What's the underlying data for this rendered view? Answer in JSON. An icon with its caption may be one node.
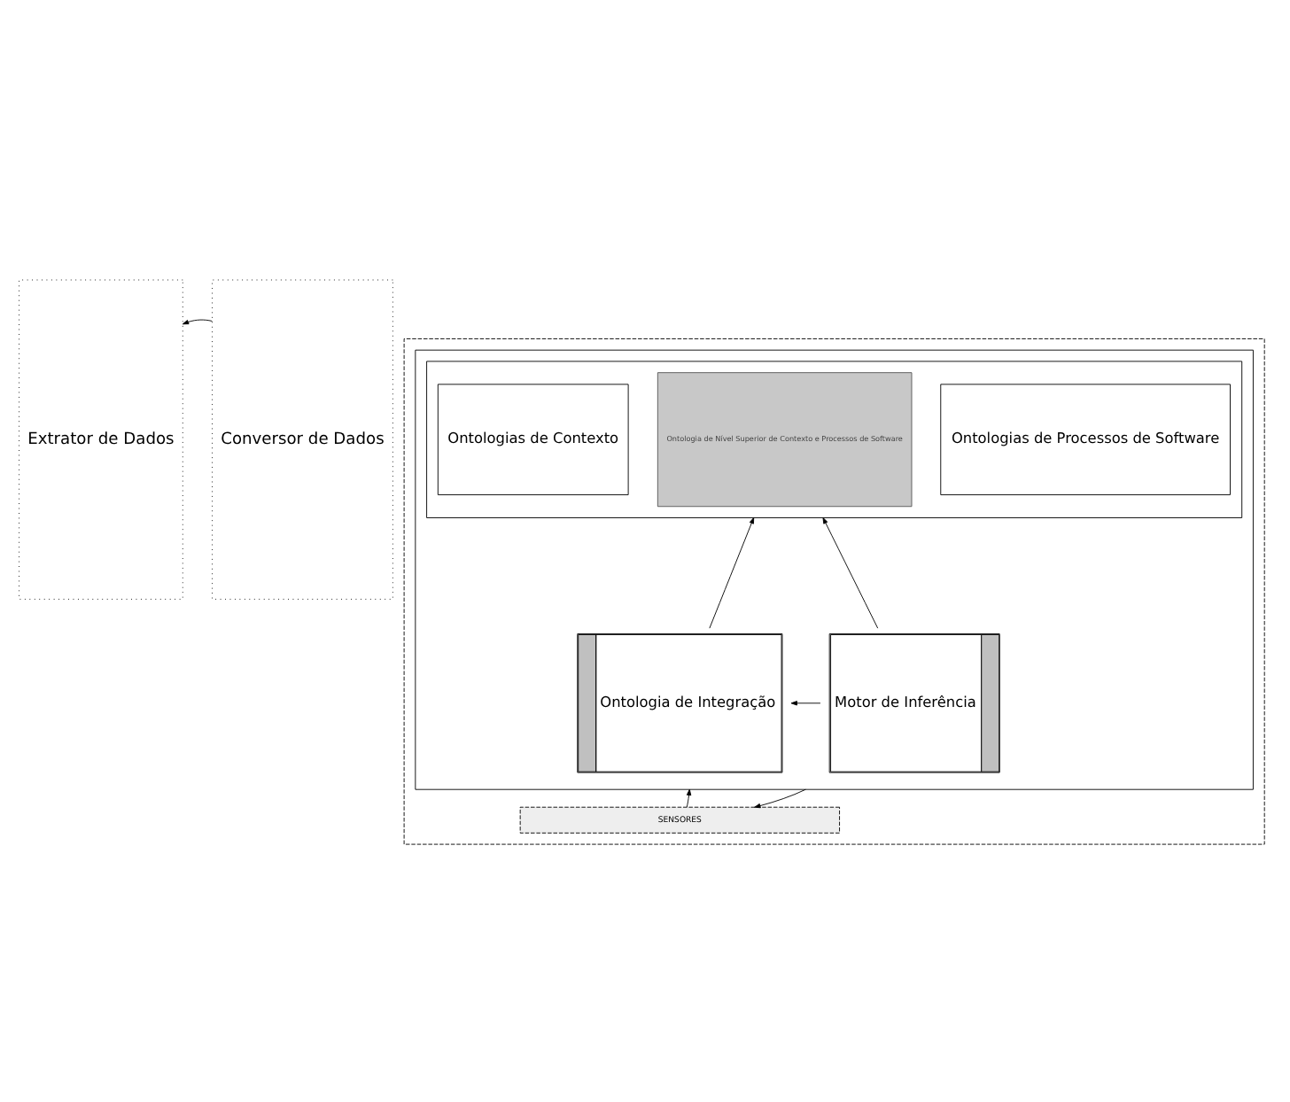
{
  "diagram": {
    "nodes": [
      {
        "text": [
          "Extrator de Dados"
        ]
      },
      {
        "text": [
          "Conversor de Dados"
        ]
      },
      {
        "text": [],
        "shape": "box"
      },
      {
        "text": [],
        "shape": "box",
        "in": 2
      },
      {
        "text": [],
        "shape": "box",
        "in": 3
      },
      {
        "text": [
          "Ontologia de Nível Superior de Contexto e Processos de Software"
        ],
        "in": 4
      },
      {
        "text": [
          "Ontologias de Contexto"
        ],
        "in": 4
      },
      {
        "text": [
          "Ontologias de Processos de Software"
        ],
        "in": 4
      },
      {
        "text": [
          "Ontologia de Integração"
        ],
        "in": 3
      },
      {
        "text": [
          "Motor de Inferência"
        ],
        "in": 3
      },
      {
        "text": [
          "SENSORES"
        ],
        "in": 2
      }
    ],
    "edges": [
      {
        "from": 1,
        "to": 0,
        "arrow": "to"
      },
      {
        "from": 8,
        "to": 4,
        "arrow": "to"
      },
      {
        "from": 9,
        "to": 4,
        "arrow": "to"
      },
      {
        "from": 9,
        "to": 8,
        "arrow": "to"
      },
      {
        "from": 10,
        "to": 3,
        "arrow": "to"
      },
      {
        "from": 3,
        "to": 10,
        "arrow": "to"
      }
    ]
  }
}
